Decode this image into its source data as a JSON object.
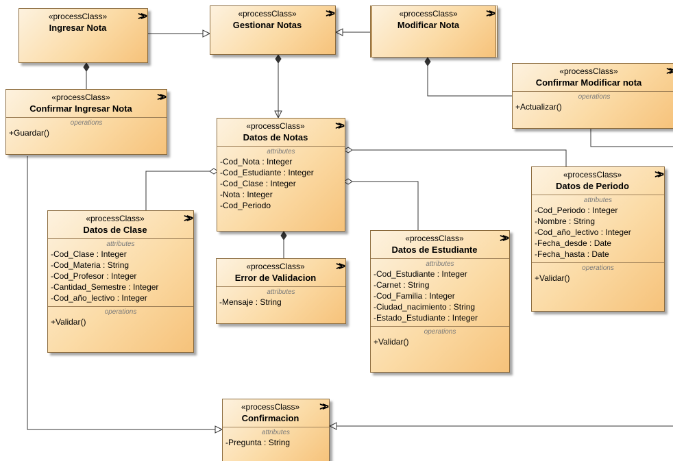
{
  "classes": {
    "ingresar_nota": {
      "stereotype": "«processClass»",
      "name": "Ingresar Nota"
    },
    "gestionar_notas": {
      "stereotype": "«processClass»",
      "name": "Gestionar Notas"
    },
    "modificar_nota": {
      "stereotype": "«processClass»",
      "name": "Modificar Nota"
    },
    "confirmar_ingresar_nota": {
      "stereotype": "«processClass»",
      "name": "Confirmar Ingresar Nota",
      "operations_title": "operations",
      "operations": [
        "+Guardar()"
      ]
    },
    "confirmar_modificar_nota": {
      "stereotype": "«processClass»",
      "name": "Confirmar Modificar nota",
      "operations_title": "operations",
      "operations": [
        "+Actualizar()"
      ]
    },
    "datos_de_notas": {
      "stereotype": "«processClass»",
      "name": "Datos de Notas",
      "attributes_title": "attributes",
      "attributes": [
        "-Cod_Nota : Integer",
        "-Cod_Estudiante : Integer",
        "-Cod_Clase : Integer",
        "-Nota : Integer",
        "-Cod_Periodo"
      ]
    },
    "datos_de_periodo": {
      "stereotype": "«processClass»",
      "name": "Datos de Periodo",
      "attributes_title": "attributes",
      "attributes": [
        "-Cod_Periodo : Integer",
        "-Nombre : String",
        "-Cod_año_lectivo : Integer",
        "-Fecha_desde : Date",
        "-Fecha_hasta : Date"
      ],
      "operations_title": "operations",
      "operations": [
        "+Validar()"
      ]
    },
    "datos_de_clase": {
      "stereotype": "«processClass»",
      "name": "Datos de Clase",
      "attributes_title": "attributes",
      "attributes": [
        "-Cod_Clase : Integer",
        "-Cod_Materia : String",
        "-Cod_Profesor : Integer",
        "-Cantidad_Semestre : Integer",
        "-Cod_año_lectivo : Integer"
      ],
      "operations_title": "operations",
      "operations": [
        "+Validar()"
      ]
    },
    "error_de_validacion": {
      "stereotype": "«processClass»",
      "name": "Error de Validacion",
      "attributes_title": "attributes",
      "attributes": [
        "-Mensaje : String"
      ]
    },
    "datos_de_estudiante": {
      "stereotype": "«processClass»",
      "name": "Datos de Estudiante",
      "attributes_title": "attributes",
      "attributes": [
        "-Cod_Estudiante : Integer",
        "-Carnet : String",
        "-Cod_Familia : Integer",
        "-Ciudad_nacimiento : String",
        "-Estado_Estudiante : Integer"
      ],
      "operations_title": "operations",
      "operations": [
        "+Validar()"
      ]
    },
    "confirmacion": {
      "stereotype": "«processClass»",
      "name": "Confirmacion",
      "attributes_title": "attributes",
      "attributes": [
        "-Pregunta : String"
      ]
    }
  },
  "colors": {
    "fill_light": "#fdf2df",
    "fill_dark": "#f6c27a",
    "border": "#8a6a3c",
    "line": "#333333"
  },
  "icon": "process-symbol-icon"
}
